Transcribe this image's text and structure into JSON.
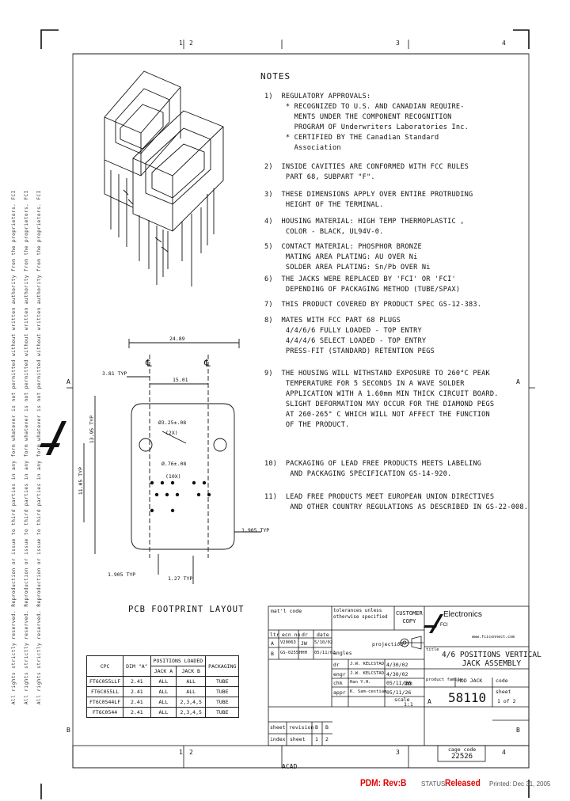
{
  "zones": {
    "top": [
      "1",
      "2",
      "3",
      "4"
    ],
    "bottom": [
      "1",
      "2",
      "3",
      "4"
    ],
    "left": [
      "A",
      "B"
    ],
    "right": [
      "A",
      "B"
    ]
  },
  "notes_title": "NOTES",
  "notes": [
    "1)  REGULATORY APPROVALS:\n     * RECOGNIZED TO U.S. AND CANADIAN REQUIRE-\n       MENTS UNDER THE COMPONENT RECOGNITION\n       PROGRAM OF Underwriters Laboratories Inc.\n     * CERTIFIED BY THE Canadian Standard\n       Association",
    "2)  INSIDE CAVITIES ARE CONFORMED WITH FCC RULES\n     PART 68, SUBPART \"F\".",
    "3)  THESE DIMENSIONS APPLY OVER ENTIRE PROTRUDING\n     HEIGHT OF THE TERMINAL.",
    "4)  HOUSING MATERIAL: HIGH TEMP THERMOPLASTIC ,\n     COLOR - BLACK, UL94V-0.",
    "5)  CONTACT MATERIAL: PHOSPHOR BRONZE\n     MATING AREA PLATING: AU OVER Ni\n     SOLDER AREA PLATING: Sn/Pb OVER Ni",
    "6)  THE JACKS WERE REPLACED BY 'FCI' OR 'FCI'\n     DEPENDING OF PACKAGING METHOD (TUBE/SPAX)",
    "7)  THIS PRODUCT COVERED BY PRODUCT SPEC GS-12-383.",
    "8)  MATES WITH FCC PART 68 PLUGS\n     4/4/6/6 FULLY LOADED - TOP ENTRY\n     4/4/4/6 SELECT LOADED - TOP ENTRY\n     PRESS-FIT (STANDARD) RETENTION PEGS",
    "9)  THE HOUSING WILL WITHSTAND EXPOSURE TO 260°C PEAK\n     TEMPERATURE FOR 5 SECONDS IN A WAVE SOLDER\n     APPLICATION WITH A 1.60mm MIN THICK CIRCUIT BOARD.\n     SLIGHT DEFORMATION MAY OCCUR FOR THE DIAMOND PEGS\n     AT 260-265° C WHICH WILL NOT AFFECT THE FUNCTION\n     OF THE PRODUCT.",
    "10)  PACKAGING OF LEAD FREE PRODUCTS MEETS LABELING\n      AND PACKAGING SPECIFICATION GS-14-920.",
    "11)  LEAD FREE PRODUCTS MEET EUROPEAN UNION DIRECTIVES\n      AND OTHER COUNTRY REGULATIONS AS DESCRIBED IN GS-22-008."
  ],
  "footprint": {
    "dim_top": "24.89",
    "dim_typ": "3.81 TYP",
    "dim_mid": "15.01",
    "cl": "℄",
    "hole1": "Ø3.25±.08",
    "hole1_qty": "(2X)",
    "hole2": "Ø.76±.08",
    "hole2_qty": "(10X)",
    "dim_side": "1.905 TYP",
    "dim_bottom_left": "1.905 TYP",
    "dim_bottom_right": "1.27 TYP",
    "dim_vert_1": "13.95 TYP",
    "dim_vert_2": "11.05 TYP",
    "title": "PCB FOOTPRINT LAYOUT"
  },
  "cpc_table": {
    "headers": [
      "CPC",
      "DIM \"A\"",
      "POSITIONS LOADED",
      "PACKAGING"
    ],
    "subheaders": [
      "JACK A",
      "JACK B"
    ],
    "rows": [
      [
        "FT6C055LLF",
        "2.41",
        "ALL",
        "ALL",
        "TUBE"
      ],
      [
        "FT6C055LL",
        "2.41",
        "ALL",
        "ALL",
        "TUBE"
      ],
      [
        "FT6C0544LF",
        "2.41",
        "ALL",
        "2,3,4,5",
        "TUBE"
      ],
      [
        "FT6C0544",
        "2.41",
        "ALL",
        "2,3,4,5",
        "TUBE"
      ]
    ]
  },
  "title_block": {
    "matl_code": "mat'l code",
    "tolerances": "tolerances unless\notherwise specified",
    "customer_copy": "CUSTOMER\nCOPY",
    "company": "Electronics",
    "company_sub": "FCI",
    "url": "www.fciconnect.com",
    "rev_header": [
      "ltr",
      "ecn no",
      "dr",
      "date"
    ],
    "revs": [
      [
        "A",
        "V20063",
        "JW",
        "5/10/02"
      ],
      [
        "B",
        "GS-0255",
        "HHH",
        "05/11/02"
      ]
    ],
    "projection": "projection",
    "angles": "angles",
    "title_label": "title",
    "title": "4/6 POSITIONS VERTICAL\nJACK ASSEMBLY",
    "signers": [
      [
        "dr",
        "J.W. KELCSTAD",
        "4/30/02"
      ],
      [
        "engr",
        "J.W. KELCSTAD",
        "4/30/02"
      ],
      [
        "chk",
        "Han Y.H.",
        "05/11/26"
      ],
      [
        "appr",
        "K. Sam-cestiam",
        "05/11/26"
      ]
    ],
    "units": "mm",
    "product_family": "product family",
    "product_family_value": "MOD JACK",
    "code": "code",
    "scale": "scale",
    "scale_value": "1:1",
    "drawing_no_prefix": "A",
    "drawing_no": "58110",
    "sheet_label": "sheet",
    "sheet_value": "1 of 2",
    "sheet_row": [
      "sheet",
      "revision",
      "B",
      "B"
    ],
    "index_row": [
      "index",
      "sheet",
      "1",
      "2"
    ],
    "cage_label": "cage code",
    "cage_value": "22526",
    "acad": "ACAD"
  },
  "side_text": "All rights strictly reserved. Reproduction or issue to third parties in any form whatever is not permitted without written authority from the proprietors. FCI",
  "footer": {
    "pdm": "PDM: Rev:B",
    "status_label": "STATUS:",
    "status_value": "Released",
    "printed": "Printed: Dec 31, 2005"
  }
}
